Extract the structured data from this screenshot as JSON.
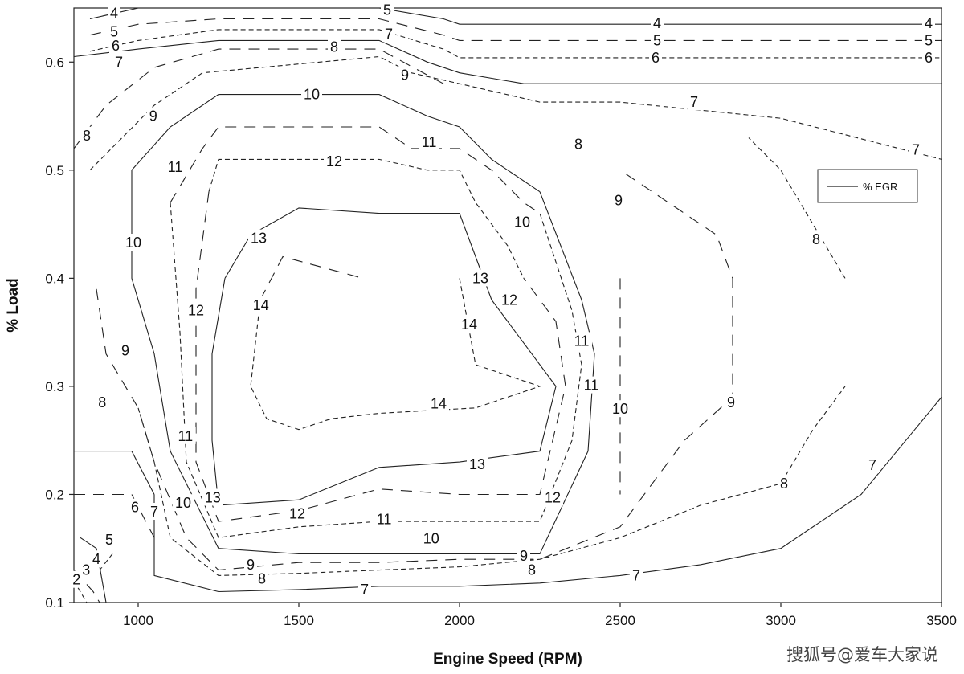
{
  "chart_data": {
    "type": "contour",
    "title": "",
    "xlabel": "Engine Speed (RPM)",
    "ylabel": "% Load",
    "xlim": [
      800,
      3500
    ],
    "ylim": [
      0.1,
      0.65
    ],
    "x_ticks": [
      1000,
      1500,
      2000,
      2500,
      3000,
      3500
    ],
    "y_ticks": [
      0.1,
      0.2,
      0.3,
      0.4,
      0.5,
      0.6
    ],
    "grid": false,
    "legend": {
      "position": "right",
      "entries": [
        "% EGR"
      ]
    },
    "series": [
      {
        "name": "% EGR",
        "level": 4,
        "points": [
          [
            850,
            0.64
          ],
          [
            1000,
            0.65
          ],
          [
            1250,
            0.65
          ],
          [
            1750,
            0.65
          ],
          [
            1950,
            0.64
          ],
          [
            2000,
            0.635
          ],
          [
            2500,
            0.635
          ],
          [
            3500,
            0.635
          ]
        ]
      },
      {
        "name": "% EGR",
        "level": 5,
        "points": [
          [
            850,
            0.625
          ],
          [
            1000,
            0.635
          ],
          [
            1250,
            0.64
          ],
          [
            1750,
            0.64
          ],
          [
            1950,
            0.625
          ],
          [
            2000,
            0.62
          ],
          [
            2500,
            0.62
          ],
          [
            3500,
            0.62
          ]
        ]
      },
      {
        "name": "% EGR",
        "level": 6,
        "points": [
          [
            850,
            0.61
          ],
          [
            1000,
            0.62
          ],
          [
            1250,
            0.63
          ],
          [
            1750,
            0.63
          ],
          [
            1950,
            0.612
          ],
          [
            2000,
            0.604
          ],
          [
            2500,
            0.604
          ],
          [
            3500,
            0.604
          ]
        ]
      },
      {
        "name": "% EGR",
        "level": 7,
        "points": [
          [
            800,
            0.605
          ],
          [
            1000,
            0.612
          ],
          [
            1250,
            0.62
          ],
          [
            1750,
            0.62
          ],
          [
            1900,
            0.6
          ],
          [
            2000,
            0.59
          ],
          [
            2200,
            0.58
          ],
          [
            3500,
            0.58
          ]
        ]
      },
      {
        "name": "% EGR",
        "level": 8,
        "points": [
          [
            800,
            0.52
          ],
          [
            900,
            0.56
          ],
          [
            1050,
            0.595
          ],
          [
            1250,
            0.612
          ],
          [
            1750,
            0.612
          ],
          [
            1950,
            0.58
          ]
        ]
      },
      {
        "name": "% EGR",
        "level": 9,
        "points": [
          [
            850,
            0.5
          ],
          [
            950,
            0.53
          ],
          [
            1050,
            0.56
          ],
          [
            1200,
            0.59
          ],
          [
            1750,
            0.605
          ],
          [
            1850,
            0.59
          ],
          [
            2000,
            0.58
          ],
          [
            2250,
            0.563
          ],
          [
            2500,
            0.563
          ],
          [
            3000,
            0.548
          ],
          [
            3500,
            0.51
          ]
        ]
      },
      {
        "name": "% EGR",
        "level": 10,
        "points": [
          [
            980,
            0.5
          ],
          [
            1100,
            0.54
          ],
          [
            1250,
            0.57
          ],
          [
            1750,
            0.57
          ],
          [
            1900,
            0.55
          ],
          [
            2000,
            0.54
          ],
          [
            2100,
            0.51
          ],
          [
            2250,
            0.48
          ]
        ]
      },
      {
        "name": "% EGR",
        "level": 11,
        "points": [
          [
            1100,
            0.47
          ],
          [
            1200,
            0.52
          ],
          [
            1250,
            0.54
          ],
          [
            1750,
            0.54
          ],
          [
            1850,
            0.52
          ],
          [
            2000,
            0.52
          ],
          [
            2100,
            0.5
          ],
          [
            2200,
            0.47
          ],
          [
            2250,
            0.46
          ]
        ]
      },
      {
        "name": "% EGR",
        "level": 12,
        "points": [
          [
            1220,
            0.48
          ],
          [
            1250,
            0.51
          ],
          [
            1750,
            0.51
          ],
          [
            1900,
            0.5
          ],
          [
            2000,
            0.5
          ],
          [
            2050,
            0.47
          ],
          [
            2150,
            0.43
          ],
          [
            2200,
            0.4
          ]
        ]
      },
      {
        "name": "% EGR",
        "level": 13,
        "points": [
          [
            1270,
            0.4
          ],
          [
            1350,
            0.44
          ],
          [
            1500,
            0.465
          ],
          [
            1750,
            0.46
          ],
          [
            2000,
            0.46
          ],
          [
            2050,
            0.42
          ],
          [
            2100,
            0.38
          ],
          [
            2200,
            0.34
          ]
        ]
      },
      {
        "name": "% EGR",
        "level": 14,
        "points": [
          [
            1380,
            0.38
          ],
          [
            1450,
            0.42
          ],
          [
            1700,
            0.4
          ]
        ]
      },
      {
        "name": "% EGR",
        "level": 14,
        "points": [
          [
            2000,
            0.4
          ],
          [
            2050,
            0.32
          ],
          [
            2250,
            0.3
          ],
          [
            2050,
            0.28
          ],
          [
            1750,
            0.275
          ],
          [
            1600,
            0.27
          ],
          [
            1500,
            0.26
          ],
          [
            1400,
            0.27
          ],
          [
            1350,
            0.3
          ],
          [
            1380,
            0.38
          ]
        ]
      },
      {
        "name": "% EGR",
        "level": 13,
        "points": [
          [
            1270,
            0.4
          ],
          [
            1230,
            0.33
          ],
          [
            1230,
            0.25
          ],
          [
            1250,
            0.19
          ],
          [
            1500,
            0.195
          ],
          [
            1750,
            0.225
          ],
          [
            2000,
            0.23
          ],
          [
            2250,
            0.24
          ],
          [
            2300,
            0.3
          ],
          [
            2200,
            0.34
          ]
        ]
      },
      {
        "name": "% EGR",
        "level": 12,
        "points": [
          [
            1220,
            0.48
          ],
          [
            1180,
            0.39
          ],
          [
            1180,
            0.23
          ],
          [
            1250,
            0.175
          ],
          [
            1500,
            0.185
          ],
          [
            1750,
            0.205
          ],
          [
            2000,
            0.2
          ],
          [
            2250,
            0.2
          ],
          [
            2330,
            0.3
          ],
          [
            2300,
            0.36
          ],
          [
            2200,
            0.4
          ]
        ]
      },
      {
        "name": "% EGR",
        "level": 11,
        "points": [
          [
            1100,
            0.47
          ],
          [
            1130,
            0.35
          ],
          [
            1150,
            0.23
          ],
          [
            1250,
            0.16
          ],
          [
            1500,
            0.17
          ],
          [
            1750,
            0.175
          ],
          [
            2000,
            0.175
          ],
          [
            2250,
            0.175
          ],
          [
            2350,
            0.25
          ],
          [
            2380,
            0.32
          ],
          [
            2350,
            0.37
          ],
          [
            2250,
            0.46
          ]
        ]
      },
      {
        "name": "% EGR",
        "level": 10,
        "points": [
          [
            980,
            0.5
          ],
          [
            980,
            0.4
          ],
          [
            1050,
            0.33
          ],
          [
            1100,
            0.24
          ],
          [
            1250,
            0.15
          ],
          [
            1500,
            0.145
          ],
          [
            1750,
            0.145
          ],
          [
            2000,
            0.145
          ],
          [
            2250,
            0.145
          ],
          [
            2400,
            0.24
          ],
          [
            2420,
            0.33
          ],
          [
            2380,
            0.38
          ],
          [
            2250,
            0.48
          ]
        ]
      },
      {
        "name": "% EGR",
        "level": 9,
        "points": [
          [
            870,
            0.39
          ],
          [
            900,
            0.33
          ],
          [
            1000,
            0.28
          ],
          [
            1050,
            0.23
          ],
          [
            1150,
            0.16
          ],
          [
            1250,
            0.13
          ],
          [
            1500,
            0.137
          ],
          [
            1750,
            0.137
          ],
          [
            2000,
            0.14
          ],
          [
            2250,
            0.14
          ],
          [
            2500,
            0.17
          ],
          [
            2700,
            0.25
          ],
          [
            2850,
            0.29
          ],
          [
            2850,
            0.4
          ],
          [
            2800,
            0.44
          ],
          [
            2500,
            0.5
          ]
        ]
      },
      {
        "name": "% EGR",
        "level": 8,
        "points": [
          [
            1000,
            0.28
          ],
          [
            1050,
            0.23
          ],
          [
            1100,
            0.16
          ],
          [
            1250,
            0.125
          ],
          [
            1500,
            0.127
          ],
          [
            1750,
            0.13
          ],
          [
            2000,
            0.133
          ],
          [
            2250,
            0.14
          ],
          [
            2500,
            0.16
          ],
          [
            2750,
            0.19
          ],
          [
            3000,
            0.21
          ],
          [
            3100,
            0.26
          ],
          [
            3200,
            0.3
          ]
        ]
      },
      {
        "name": "% EGR",
        "level": 7,
        "points": [
          [
            1050,
            0.2
          ],
          [
            1050,
            0.125
          ],
          [
            1250,
            0.11
          ],
          [
            1500,
            0.112
          ],
          [
            1750,
            0.115
          ],
          [
            2000,
            0.115
          ],
          [
            2250,
            0.118
          ],
          [
            2500,
            0.125
          ],
          [
            2750,
            0.135
          ],
          [
            3000,
            0.15
          ],
          [
            3250,
            0.2
          ],
          [
            3500,
            0.29
          ]
        ]
      },
      {
        "name": "% EGR",
        "level": 10,
        "points": [
          [
            2500,
            0.4
          ],
          [
            2500,
            0.2
          ]
        ]
      },
      {
        "name": "% EGR",
        "level": 8,
        "points": [
          [
            3200,
            0.4
          ],
          [
            3100,
            0.45
          ],
          [
            3000,
            0.5
          ],
          [
            2900,
            0.53
          ]
        ]
      },
      {
        "name": "% EGR",
        "level": 6,
        "points": [
          [
            800,
            0.24
          ],
          [
            980,
            0.24
          ],
          [
            1050,
            0.2
          ]
        ]
      },
      {
        "name": "% EGR",
        "level": 7,
        "points": [
          [
            800,
            0.2
          ],
          [
            980,
            0.2
          ],
          [
            1050,
            0.16
          ]
        ]
      },
      {
        "name": "% EGR",
        "level": 5,
        "points": [
          [
            880,
            0.13
          ],
          [
            920,
            0.145
          ]
        ]
      },
      {
        "name": "% EGR",
        "level": 4,
        "points": [
          [
            820,
            0.16
          ],
          [
            870,
            0.15
          ],
          [
            900,
            0.1
          ]
        ]
      },
      {
        "name": "% EGR",
        "level": 3,
        "points": [
          [
            800,
            0.13
          ],
          [
            860,
            0.11
          ],
          [
            880,
            0.1
          ]
        ]
      },
      {
        "name": "% EGR",
        "level": 2,
        "points": [
          [
            800,
            0.12
          ],
          [
            840,
            0.1
          ]
        ]
      }
    ],
    "annotations": [
      {
        "text": "4",
        "x": 925,
        "y": 0.645
      },
      {
        "text": "5",
        "x": 925,
        "y": 0.628
      },
      {
        "text": "6",
        "x": 930,
        "y": 0.615
      },
      {
        "text": "7",
        "x": 940,
        "y": 0.6
      },
      {
        "text": "5",
        "x": 1775,
        "y": 0.648
      },
      {
        "text": "7",
        "x": 1780,
        "y": 0.626
      },
      {
        "text": "8",
        "x": 1610,
        "y": 0.614
      },
      {
        "text": "4",
        "x": 2615,
        "y": 0.636
      },
      {
        "text": "5",
        "x": 2615,
        "y": 0.62
      },
      {
        "text": "6",
        "x": 2610,
        "y": 0.604
      },
      {
        "text": "4",
        "x": 3460,
        "y": 0.636
      },
      {
        "text": "5",
        "x": 3460,
        "y": 0.62
      },
      {
        "text": "6",
        "x": 3460,
        "y": 0.604
      },
      {
        "text": "9",
        "x": 1830,
        "y": 0.588
      },
      {
        "text": "10",
        "x": 1540,
        "y": 0.57
      },
      {
        "text": "7",
        "x": 2730,
        "y": 0.563
      },
      {
        "text": "9",
        "x": 1047,
        "y": 0.55
      },
      {
        "text": "8",
        "x": 840,
        "y": 0.532
      },
      {
        "text": "11",
        "x": 1905,
        "y": 0.526
      },
      {
        "text": "8",
        "x": 2370,
        "y": 0.524
      },
      {
        "text": "7",
        "x": 3420,
        "y": 0.519
      },
      {
        "text": "12",
        "x": 1610,
        "y": 0.508
      },
      {
        "text": "11",
        "x": 1115,
        "y": 0.503
      },
      {
        "text": "9",
        "x": 2495,
        "y": 0.472
      },
      {
        "text": "10",
        "x": 2195,
        "y": 0.452
      },
      {
        "text": "13",
        "x": 1375,
        "y": 0.437
      },
      {
        "text": "8",
        "x": 3110,
        "y": 0.436
      },
      {
        "text": "10",
        "x": 985,
        "y": 0.433
      },
      {
        "text": "13",
        "x": 2065,
        "y": 0.4
      },
      {
        "text": "12",
        "x": 2155,
        "y": 0.38
      },
      {
        "text": "14",
        "x": 1382,
        "y": 0.375
      },
      {
        "text": "12",
        "x": 1180,
        "y": 0.37
      },
      {
        "text": "14",
        "x": 2030,
        "y": 0.357
      },
      {
        "text": "11",
        "x": 2380,
        "y": 0.342
      },
      {
        "text": "9",
        "x": 960,
        "y": 0.333
      },
      {
        "text": "11",
        "x": 2410,
        "y": 0.301
      },
      {
        "text": "8",
        "x": 888,
        "y": 0.285
      },
      {
        "text": "9",
        "x": 2845,
        "y": 0.285
      },
      {
        "text": "14",
        "x": 1935,
        "y": 0.284
      },
      {
        "text": "10",
        "x": 2500,
        "y": 0.279
      },
      {
        "text": "11",
        "x": 1147,
        "y": 0.254
      },
      {
        "text": "13",
        "x": 2055,
        "y": 0.228
      },
      {
        "text": "7",
        "x": 3285,
        "y": 0.227
      },
      {
        "text": "8",
        "x": 3010,
        "y": 0.21
      },
      {
        "text": "13",
        "x": 1232,
        "y": 0.197
      },
      {
        "text": "12",
        "x": 2290,
        "y": 0.197
      },
      {
        "text": "10",
        "x": 1140,
        "y": 0.192
      },
      {
        "text": "6",
        "x": 990,
        "y": 0.188
      },
      {
        "text": "7",
        "x": 1050,
        "y": 0.184
      },
      {
        "text": "12",
        "x": 1495,
        "y": 0.182
      },
      {
        "text": "11",
        "x": 1765,
        "y": 0.177
      },
      {
        "text": "10",
        "x": 1912,
        "y": 0.159
      },
      {
        "text": "5",
        "x": 910,
        "y": 0.158
      },
      {
        "text": "9",
        "x": 2200,
        "y": 0.143
      },
      {
        "text": "4",
        "x": 870,
        "y": 0.14
      },
      {
        "text": "9",
        "x": 1350,
        "y": 0.135
      },
      {
        "text": "3",
        "x": 838,
        "y": 0.13
      },
      {
        "text": "8",
        "x": 2225,
        "y": 0.13
      },
      {
        "text": "7",
        "x": 2550,
        "y": 0.125
      },
      {
        "text": "8",
        "x": 1385,
        "y": 0.122
      },
      {
        "text": "2",
        "x": 808,
        "y": 0.121
      },
      {
        "text": "7",
        "x": 1705,
        "y": 0.112
      }
    ]
  },
  "watermark": "搜狐号@爱车大家说"
}
